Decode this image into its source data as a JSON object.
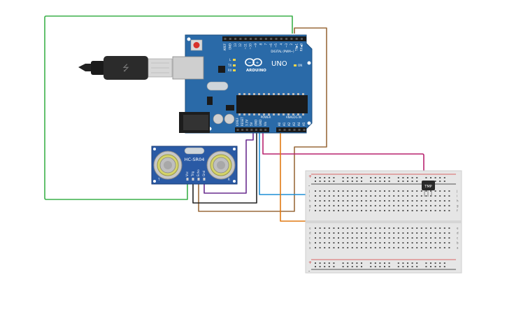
{
  "arduino": {
    "brand": "ARDUINO",
    "model": "UNO",
    "digital_label": "DIGITAL (PWM~)",
    "power_label": "POWER",
    "analog_label": "ANALOG IN",
    "led_tx": "TX",
    "led_rx": "RX",
    "led_l": "L",
    "led_on": "ON",
    "digital_pins": [
      "AREF",
      "GND",
      "13",
      "12",
      "~11",
      "~10",
      "~9",
      "8",
      "7",
      "~6",
      "~5",
      "4",
      "~3",
      "2",
      "TX▶1",
      "RX◀0"
    ],
    "power_pins": [
      "IOREF",
      "RESET",
      "3.3V",
      "5V",
      "GND",
      "GND",
      "Vin"
    ],
    "analog_pins": [
      "A0",
      "A1",
      "A2",
      "A3",
      "A4",
      "A5"
    ]
  },
  "ultrasonic": {
    "model": "HC-SR04",
    "pins": [
      "Vcc",
      "Trig",
      "Echo",
      "Gnd"
    ],
    "left_mark": "T",
    "right_mark": "R"
  },
  "sensor": {
    "label": "TMP"
  },
  "breadboard": {
    "columns": 30,
    "row_letters_top": [
      "j",
      "i",
      "h",
      "g",
      "f"
    ],
    "row_letters_bottom": [
      "e",
      "d",
      "c",
      "b",
      "a"
    ],
    "plus": "+",
    "minus": "-"
  },
  "colors": {
    "board": "#2a6aa8",
    "wire_green": "#3cb04a",
    "wire_brown": "#9a6a3c",
    "wire_black": "#222222",
    "wire_purple": "#6a2d8f",
    "wire_blue": "#1f8fd6",
    "wire_orange": "#e07a13",
    "wire_magenta": "#b8236f"
  }
}
